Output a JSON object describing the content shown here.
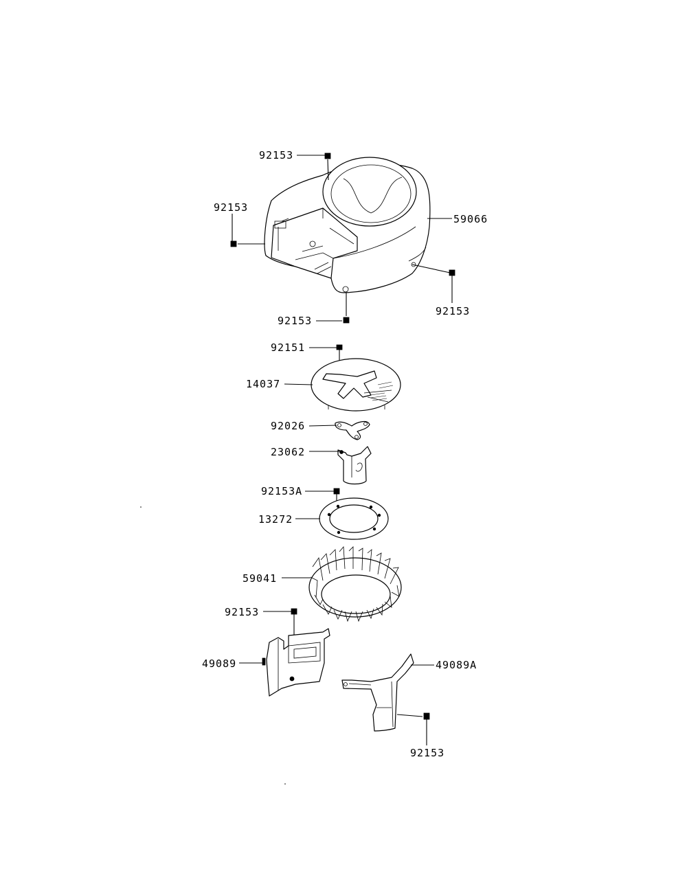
{
  "parts": {
    "p1": "92153",
    "p2": "92153",
    "p3": "59066",
    "p4": "92153",
    "p5": "92153",
    "p6": "92151",
    "p7": "14037",
    "p8": "92026",
    "p9": "23062",
    "p10": "92153A",
    "p11": "13272",
    "p12": "59041",
    "p13": "92153",
    "p14": "49089",
    "p15": "49089A",
    "p16": "92153"
  }
}
